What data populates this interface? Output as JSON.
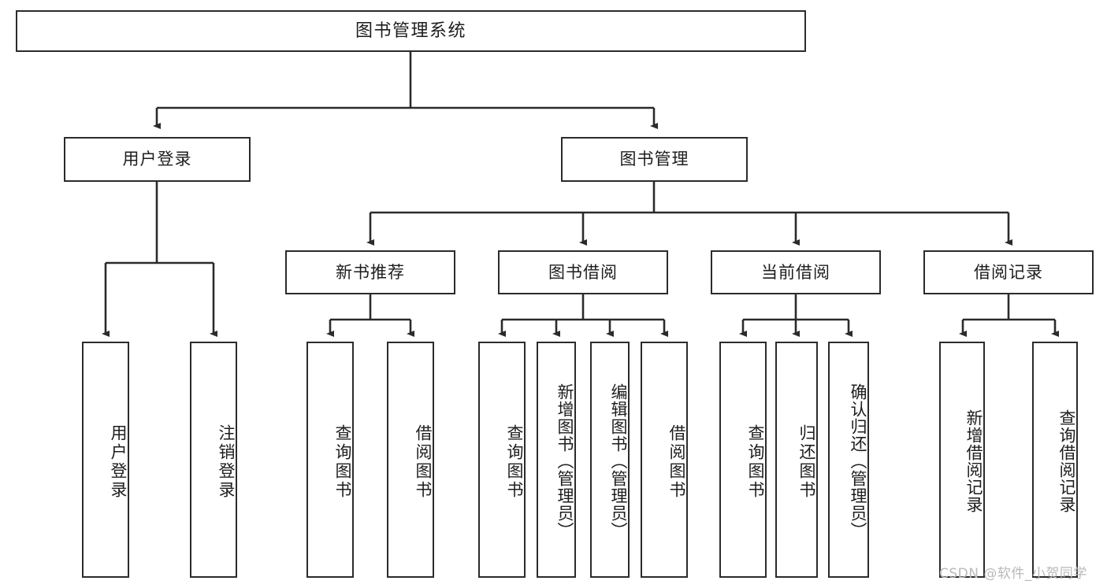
{
  "diagram": {
    "title": "图书管理系统",
    "type": "tree",
    "watermark": "CSDN @软件_小贺同学",
    "colors": {
      "border": "#2b2b2b",
      "background": "#ffffff",
      "text": "#1d1d1d",
      "watermark": "#b9b9b9"
    },
    "root": {
      "label": "图书管理系统"
    },
    "level2": [
      {
        "label": "用户登录"
      },
      {
        "label": "图书管理"
      }
    ],
    "level3": [
      {
        "label": "新书推荐"
      },
      {
        "label": "图书借阅"
      },
      {
        "label": "当前借阅"
      },
      {
        "label": "借阅记录"
      }
    ],
    "leaves": {
      "user_login": [
        {
          "label": "用户登录"
        },
        {
          "label": "注销登录"
        }
      ],
      "new_book": [
        {
          "label": "查询图书"
        },
        {
          "label": "借阅图书"
        }
      ],
      "borrow_book": [
        {
          "label": "查询图书"
        },
        {
          "label": "新增图书（管理员）"
        },
        {
          "label": "编辑图书（管理员）"
        },
        {
          "label": "借阅图书"
        }
      ],
      "current_borrow": [
        {
          "label": "查询图书"
        },
        {
          "label": "归还图书"
        },
        {
          "label": "确认归还（管理员）"
        }
      ],
      "borrow_record": [
        {
          "label": "新增借阅记录"
        },
        {
          "label": "查询借阅记录"
        }
      ]
    }
  }
}
